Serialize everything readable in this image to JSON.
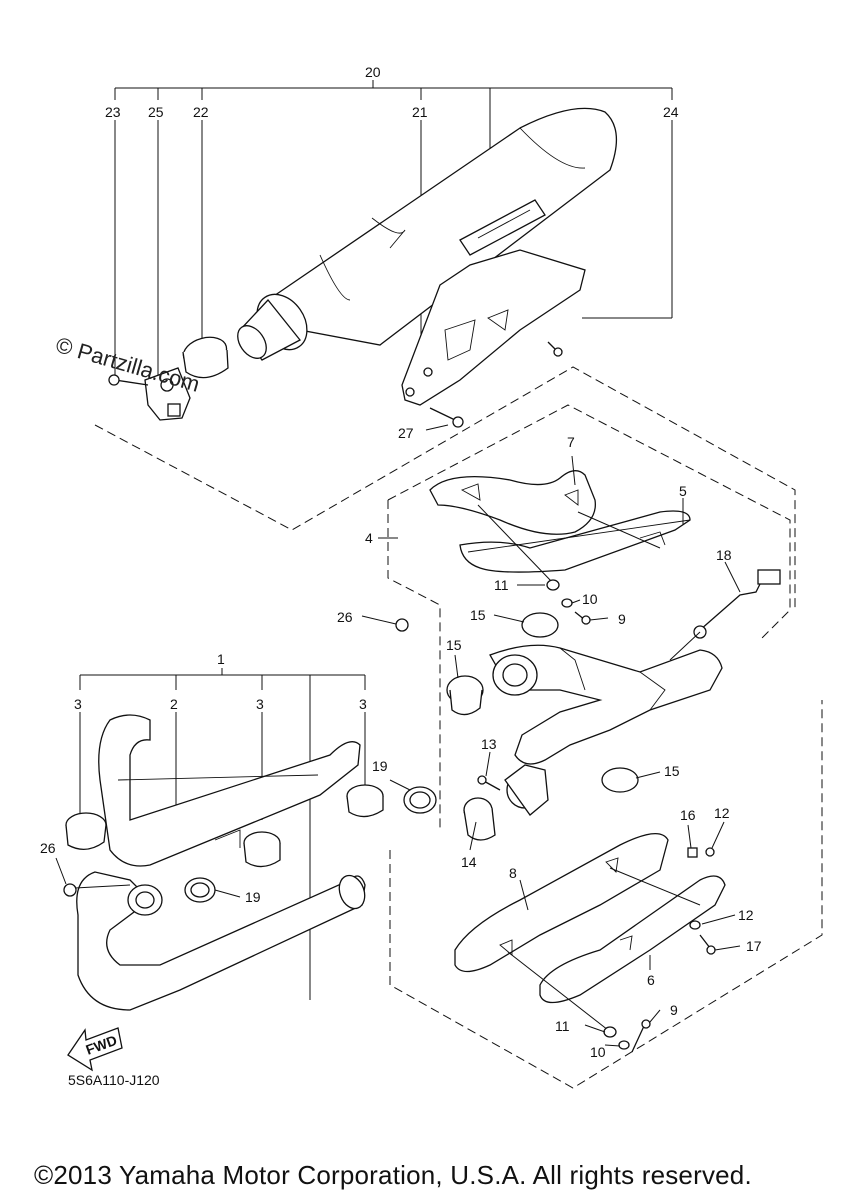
{
  "watermark": "© Partzilla.com",
  "diagram_code": "5S6A110-J120",
  "copyright": "©2013 Yamaha Motor Corporation, U.S.A. All rights reserved.",
  "fwd_label": "FWD",
  "callouts": {
    "c1": "1",
    "c2": "2",
    "c3a": "3",
    "c3b": "3",
    "c3c": "3",
    "c4": "4",
    "c5": "5",
    "c6": "6",
    "c7": "7",
    "c8": "8",
    "c9a": "9",
    "c9b": "9",
    "c10a": "10",
    "c10b": "10",
    "c11a": "11",
    "c11b": "11",
    "c12a": "12",
    "c12b": "12",
    "c13": "13",
    "c14": "14",
    "c15a": "15",
    "c15b": "15",
    "c15c": "15",
    "c16": "16",
    "c17": "17",
    "c18": "18",
    "c19a": "19",
    "c19b": "19",
    "c20": "20",
    "c21": "21",
    "c22": "22",
    "c23": "23",
    "c24": "24",
    "c25": "25",
    "c26a": "26",
    "c26b": "26",
    "c27": "27"
  }
}
